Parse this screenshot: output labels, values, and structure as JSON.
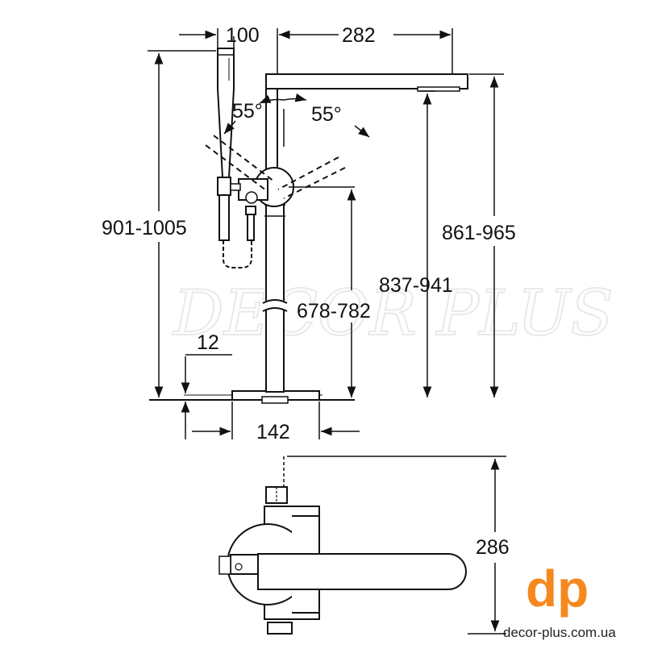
{
  "drawing": {
    "side_view": {
      "handshower_offset": "100",
      "spout_reach": "282",
      "spout_swivel_left": "55°",
      "spout_swivel_right": "55°",
      "total_height": "901-1005",
      "spout_top_height": "861-965",
      "spout_outlet_height": "837-941",
      "mixer_height": "678-782",
      "floor_tolerance": "12",
      "base_width": "142"
    },
    "top_view": {
      "depth": "286"
    },
    "watermark": "DECOR PLUS"
  },
  "brand": {
    "logo_letters": "dp",
    "website": "decor-plus.com.ua",
    "accent_color": "#f5891f"
  }
}
